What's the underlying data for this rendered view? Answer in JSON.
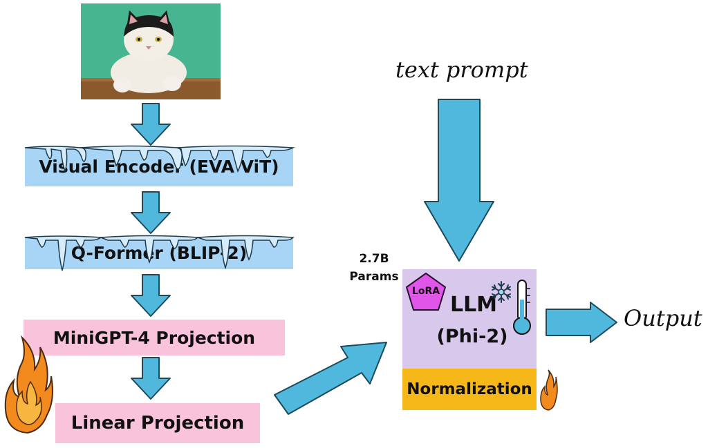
{
  "diagram": {
    "encoder_label": "Visual Encoder (EVA ViT)",
    "qformer_label": "Q-Former (BLIP-2)",
    "minigpt_label": "MiniGPT-4 Projection",
    "linear_label": "Linear Projection",
    "text_prompt_label": "text prompt",
    "params_label": "2.7B Params",
    "lora_label": "LoRA",
    "llm_label": "LLM",
    "llm_model_label": "(Phi-2)",
    "normalization_label": "Normalization",
    "output_label": "Output"
  },
  "colors": {
    "arrow": "#4fb8dc",
    "frozen_box": "#a8d4f5",
    "trainable_box": "#f9c3dc",
    "llm_box": "#d7c8ec",
    "norm_box": "#f5b818",
    "lora_badge": "#e056e8",
    "flame": "#f28a1e"
  }
}
